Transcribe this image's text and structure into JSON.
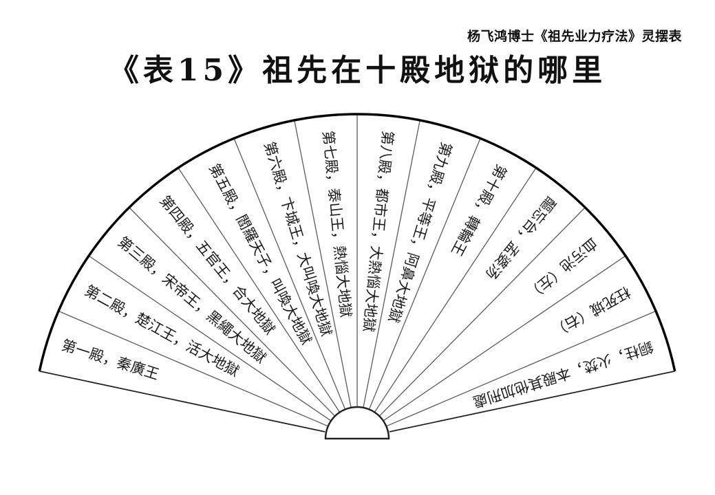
{
  "header": {
    "subtitle": "杨飞鸿博士《祖先业力疗法》灵摆表",
    "title": "《表15》祖先在十殿地狱的哪里"
  },
  "fan": {
    "segments": [
      "第一殿，秦廣王",
      "第二殿，楚江王，活大地獄",
      "第三殿，宋帝王，黑繩大地獄",
      "第四殿，五官王，合大地獄",
      "第五殿，閻羅天子，叫喚大地獄",
      "第六殿，卞城王，大叫喚大地獄",
      "第七殿，泰山王，熱惱大地獄",
      "第八殿，都市王，大熱惱大地獄",
      "第九殿，平等王，阿鼻大地獄",
      "第十殿，轉輪王",
      "醧忘台，孟婆汤",
      "血污池（左）",
      "枉死城（右）",
      "銅柱，火焚，本殿其他加刑處"
    ]
  }
}
